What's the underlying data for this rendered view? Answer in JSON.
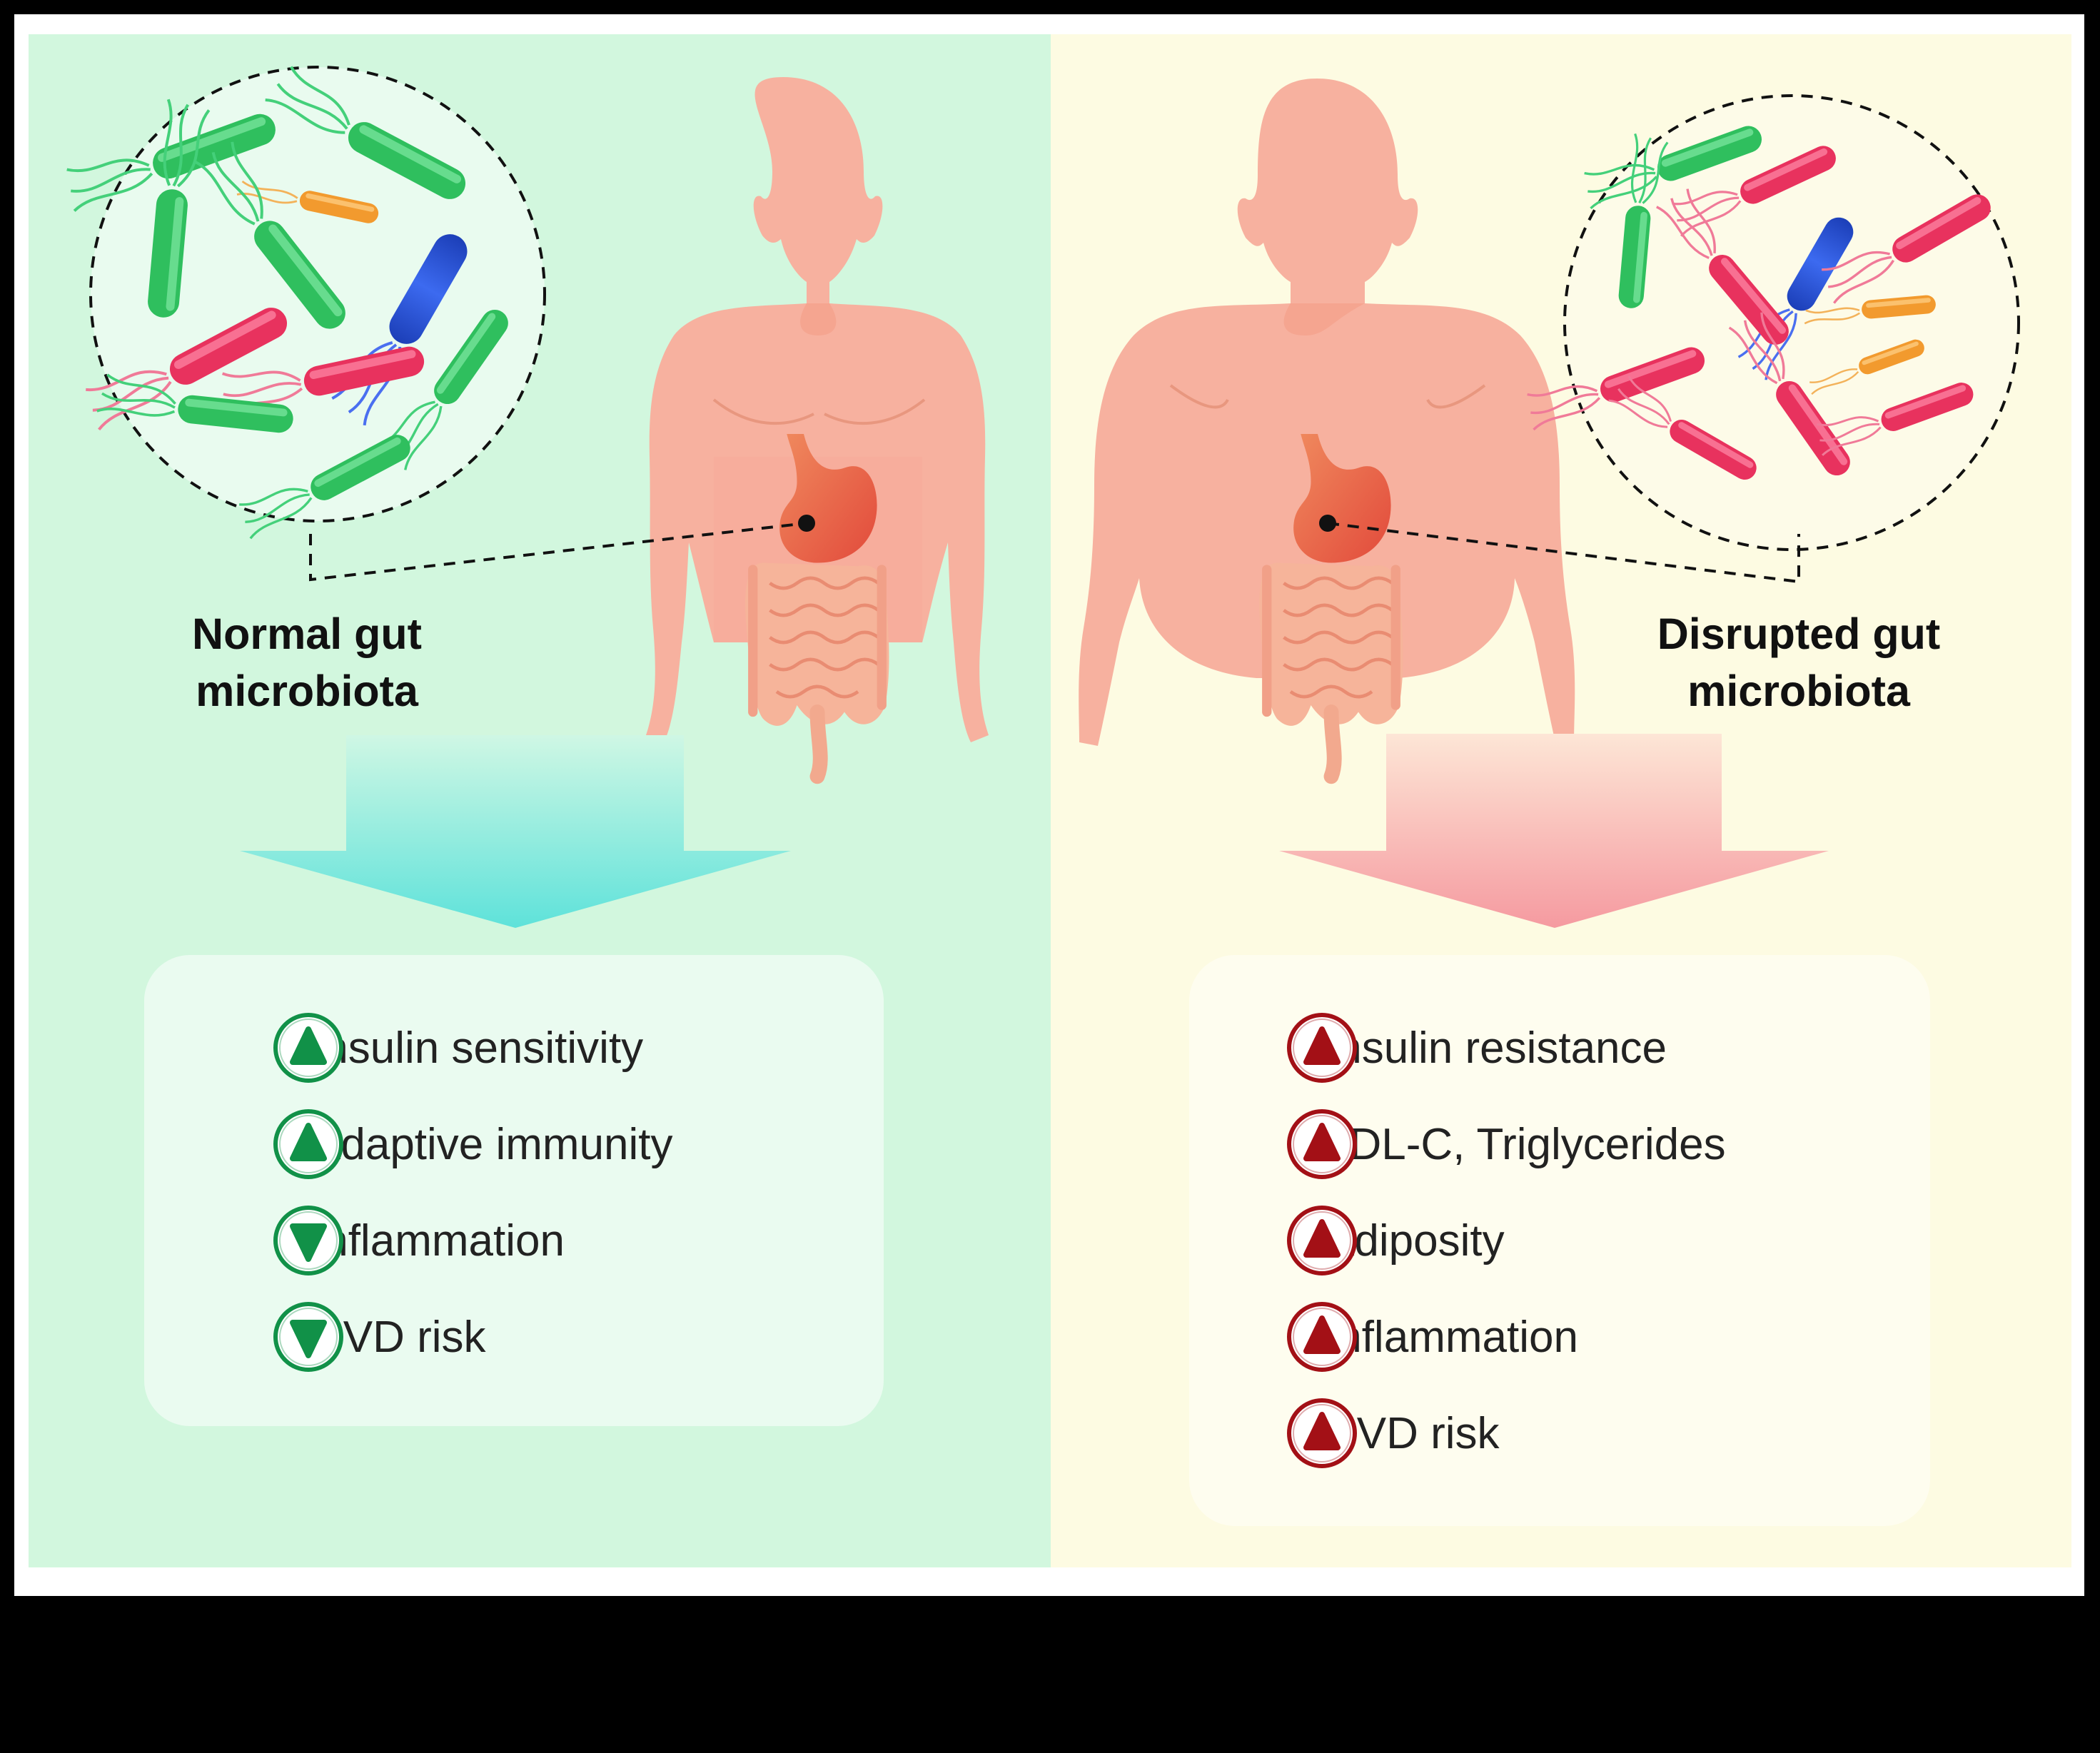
{
  "left_panel": {
    "title_line1": "Normal gut",
    "title_line2": "microbiota",
    "effects": [
      {
        "label": "Insulin sensitivity",
        "direction": "up"
      },
      {
        "label": "Adaptive immunity",
        "direction": "up"
      },
      {
        "label": "Inflammation",
        "direction": "down"
      },
      {
        "label": "CVD risk",
        "direction": "down"
      }
    ],
    "colors": {
      "background": "#d2f7de",
      "indicator": "#119148",
      "arrow": "#5fe3d8"
    }
  },
  "right_panel": {
    "title_line1": "Disrupted gut",
    "title_line2": "microbiota",
    "effects": [
      {
        "label": "Insulin resistance",
        "direction": "up"
      },
      {
        "label": "LDL-C, Triglycerides",
        "direction": "up"
      },
      {
        "label": "Adiposity",
        "direction": "up"
      },
      {
        "label": "Inflammation",
        "direction": "up"
      },
      {
        "label": "CVD risk",
        "direction": "up"
      }
    ],
    "colors": {
      "background": "#fdfbe2",
      "indicator": "#a31016",
      "arrow": "#f6a5a9"
    }
  },
  "icons": [
    "bacteria-icon",
    "human-body-icon",
    "stomach-icon",
    "intestine-icon",
    "triangle-up-icon",
    "triangle-down-icon"
  ]
}
